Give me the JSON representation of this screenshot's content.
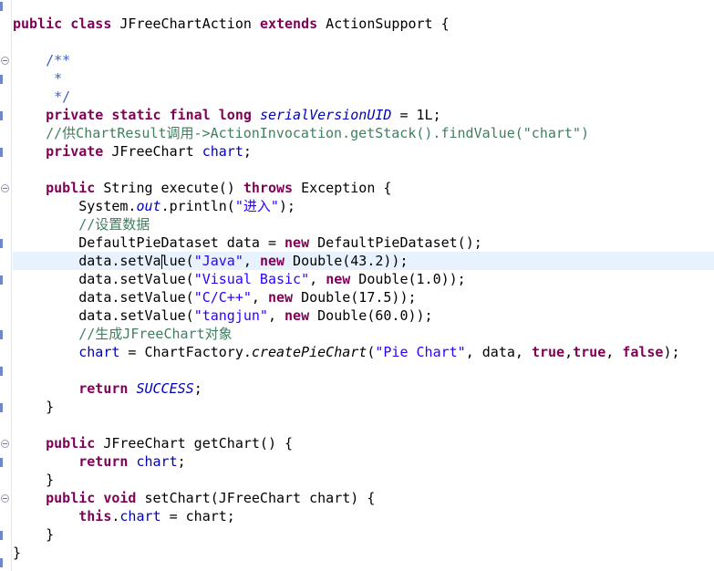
{
  "editor": {
    "lines": [
      [
        [
          "kw",
          "public"
        ],
        [
          "t",
          " "
        ],
        [
          "kw",
          "class"
        ],
        [
          "t",
          " JFreeChartAction "
        ],
        [
          "kw",
          "extends"
        ],
        [
          "t",
          " ActionSupport {"
        ]
      ],
      [],
      [
        [
          "t",
          "    "
        ],
        [
          "jd",
          "/**"
        ]
      ],
      [
        [
          "t",
          "     "
        ],
        [
          "jd",
          "*"
        ]
      ],
      [
        [
          "t",
          "     "
        ],
        [
          "jd",
          "*/"
        ]
      ],
      [
        [
          "t",
          "    "
        ],
        [
          "kw",
          "private"
        ],
        [
          "t",
          " "
        ],
        [
          "kw",
          "static"
        ],
        [
          "t",
          " "
        ],
        [
          "kw",
          "final"
        ],
        [
          "t",
          " "
        ],
        [
          "kw",
          "long"
        ],
        [
          "t",
          " "
        ],
        [
          "sfi",
          "serialVersionUID"
        ],
        [
          "t",
          " = 1L;"
        ]
      ],
      [
        [
          "t",
          "    "
        ],
        [
          "cm",
          "//供ChartResult调用->ActionInvocation.getStack().findValue(\"chart\")"
        ]
      ],
      [
        [
          "t",
          "    "
        ],
        [
          "kw",
          "private"
        ],
        [
          "t",
          " JFreeChart "
        ],
        [
          "fld",
          "chart"
        ],
        [
          "t",
          ";"
        ]
      ],
      [],
      [
        [
          "t",
          "    "
        ],
        [
          "kw",
          "public"
        ],
        [
          "t",
          " String execute() "
        ],
        [
          "kw",
          "throws"
        ],
        [
          "t",
          " Exception {"
        ]
      ],
      [
        [
          "t",
          "        System."
        ],
        [
          "sfi",
          "out"
        ],
        [
          "t",
          ".println("
        ],
        [
          "str",
          "\"进入\""
        ],
        [
          "t",
          ");"
        ]
      ],
      [
        [
          "t",
          "        "
        ],
        [
          "cm",
          "//设置数据"
        ]
      ],
      [
        [
          "t",
          "        DefaultPieDataset data = "
        ],
        [
          "kw",
          "new"
        ],
        [
          "t",
          " DefaultPieDataset();"
        ]
      ],
      [
        [
          "t",
          "        data.setVa"
        ],
        [
          "caret",
          ""
        ],
        [
          "t",
          "lue("
        ],
        [
          "str",
          "\"Java\""
        ],
        [
          "t",
          ", "
        ],
        [
          "kw",
          "new"
        ],
        [
          "t",
          " Double(43.2));"
        ]
      ],
      [
        [
          "t",
          "        data.setValue("
        ],
        [
          "str",
          "\"Visual Basic\""
        ],
        [
          "t",
          ", "
        ],
        [
          "kw",
          "new"
        ],
        [
          "t",
          " Double(1.0));"
        ]
      ],
      [
        [
          "t",
          "        data.setValue("
        ],
        [
          "str",
          "\"C/C++\""
        ],
        [
          "t",
          ", "
        ],
        [
          "kw",
          "new"
        ],
        [
          "t",
          " Double(17.5));"
        ]
      ],
      [
        [
          "t",
          "        data.setValue("
        ],
        [
          "str",
          "\"tangjun\""
        ],
        [
          "t",
          ", "
        ],
        [
          "kw",
          "new"
        ],
        [
          "t",
          " Double(60.0));"
        ]
      ],
      [
        [
          "t",
          "        "
        ],
        [
          "cm",
          "//生成JFreeChart对象"
        ]
      ],
      [
        [
          "t",
          "        "
        ],
        [
          "fld",
          "chart"
        ],
        [
          "t",
          " = ChartFactory."
        ],
        [
          "it",
          "createPieChart"
        ],
        [
          "t",
          "("
        ],
        [
          "str",
          "\"Pie Chart\""
        ],
        [
          "t",
          ", data, "
        ],
        [
          "kw",
          "true"
        ],
        [
          "t",
          ","
        ],
        [
          "kw",
          "true"
        ],
        [
          "t",
          ", "
        ],
        [
          "kw",
          "false"
        ],
        [
          "t",
          ");"
        ]
      ],
      [],
      [
        [
          "t",
          "        "
        ],
        [
          "kw",
          "return"
        ],
        [
          "t",
          " "
        ],
        [
          "sfi",
          "SUCCESS"
        ],
        [
          "t",
          ";"
        ]
      ],
      [
        [
          "t",
          "    }"
        ]
      ],
      [],
      [
        [
          "t",
          "    "
        ],
        [
          "kw",
          "public"
        ],
        [
          "t",
          " JFreeChart getChart() {"
        ]
      ],
      [
        [
          "t",
          "        "
        ],
        [
          "kw",
          "return"
        ],
        [
          "t",
          " "
        ],
        [
          "fld",
          "chart"
        ],
        [
          "t",
          ";"
        ]
      ],
      [
        [
          "t",
          "    }"
        ]
      ],
      [
        [
          "t",
          "    "
        ],
        [
          "kw",
          "public"
        ],
        [
          "t",
          " "
        ],
        [
          "kw",
          "void"
        ],
        [
          "t",
          " setChart(JFreeChart chart) {"
        ]
      ],
      [
        [
          "t",
          "        "
        ],
        [
          "kw",
          "this"
        ],
        [
          "t",
          "."
        ],
        [
          "fld",
          "chart"
        ],
        [
          "t",
          " = chart;"
        ]
      ],
      [
        [
          "t",
          "    }"
        ]
      ],
      [
        [
          "t",
          "}"
        ]
      ]
    ],
    "current_line": 13
  }
}
